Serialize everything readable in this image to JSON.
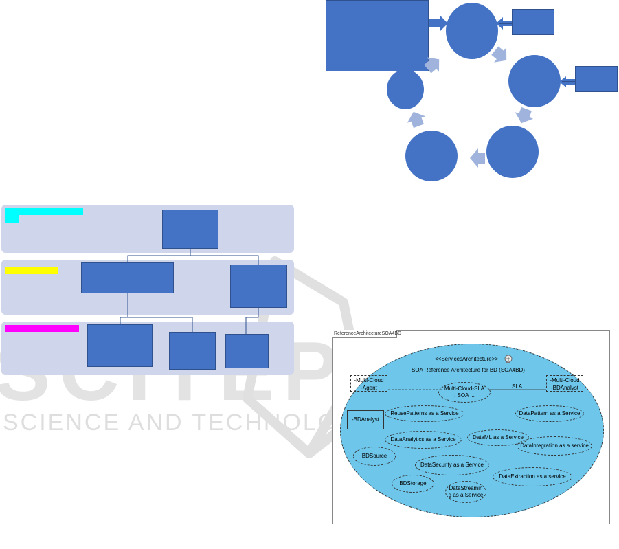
{
  "watermark": {
    "big": "SCITEPRESS",
    "small": "SCIENCE AND TECHNOLOGY PUBLICATIONS"
  },
  "colors": {
    "box_blue": "#4472c4",
    "band": "#cfd5ea",
    "tag_cyan": "#00ffff",
    "tag_yellow": "#ffff00",
    "tag_magenta": "#ff00ff",
    "uml_fill": "#6ec6ea",
    "arrow_light": "#9fb3dc"
  },
  "uml": {
    "frame_title": "ReferenceArchitectureSOA4BD",
    "stereotype": "<<ServicesArchitecture>>",
    "name": "SOA Reference Architecture for BD (SOA4BD)",
    "left_role": "-Multi-Cloud\n-Agent",
    "right_role": "-Multi-Cloud\n-BDAnalyst",
    "sla_use": "Multi-Cloud-SLA\n: SOA ...",
    "sla_label": "SLA",
    "bd_analyst": "-BDAnalyst",
    "services": {
      "reuse": "ReusePatterns as a Service",
      "pattern": "DataPattern as a Service",
      "analytics": "DataAnalytics as a Service",
      "ml": "DataML as a Service",
      "integration": "DataIntegration as a service",
      "source": "BDSource",
      "security": "DataSecurity as a Service",
      "extraction": "DataExtraction as a service",
      "storage": "BDStorage",
      "streaming": "DataStreamin\ng as a Service"
    }
  }
}
